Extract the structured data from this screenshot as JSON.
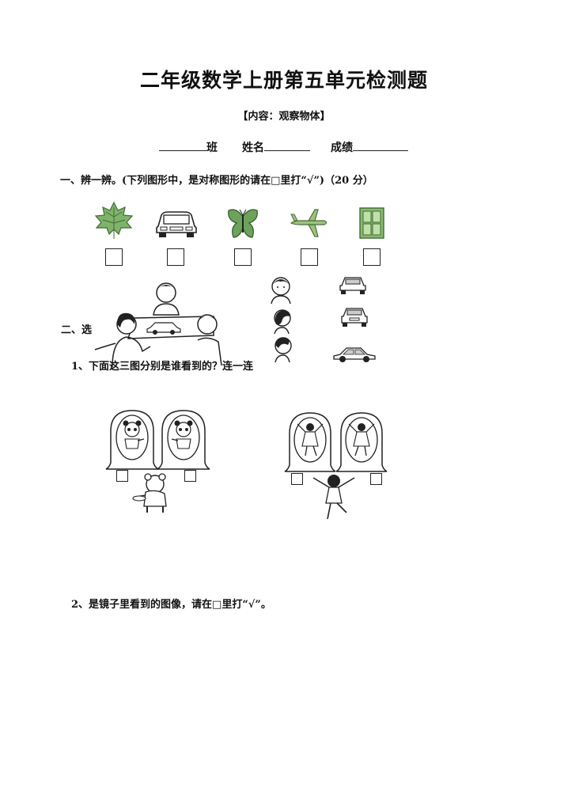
{
  "header": {
    "title": "二年级数学上册第五单元检测题",
    "subtitle": "【内容：观察物体】",
    "class_label": "班",
    "name_label": "姓名",
    "score_label": "成绩"
  },
  "section1": {
    "instruction": "一、辨一辨。(下列图形中，是对称图形的请在□里打“√”)（20 分）",
    "items": [
      {
        "icon": "leaf-icon"
      },
      {
        "icon": "car-icon"
      },
      {
        "icon": "butterfly-icon"
      },
      {
        "icon": "airplane-icon"
      },
      {
        "icon": "window-icon"
      }
    ]
  },
  "section2": {
    "heading": "二、选",
    "q1": "1、下面这三图分别是谁看到的？连一连",
    "q2": "2、是镜子里看到的图像，请在□里打“√”。"
  },
  "colors": {
    "plant_green": "#7fb36a",
    "ink": "#111111"
  }
}
